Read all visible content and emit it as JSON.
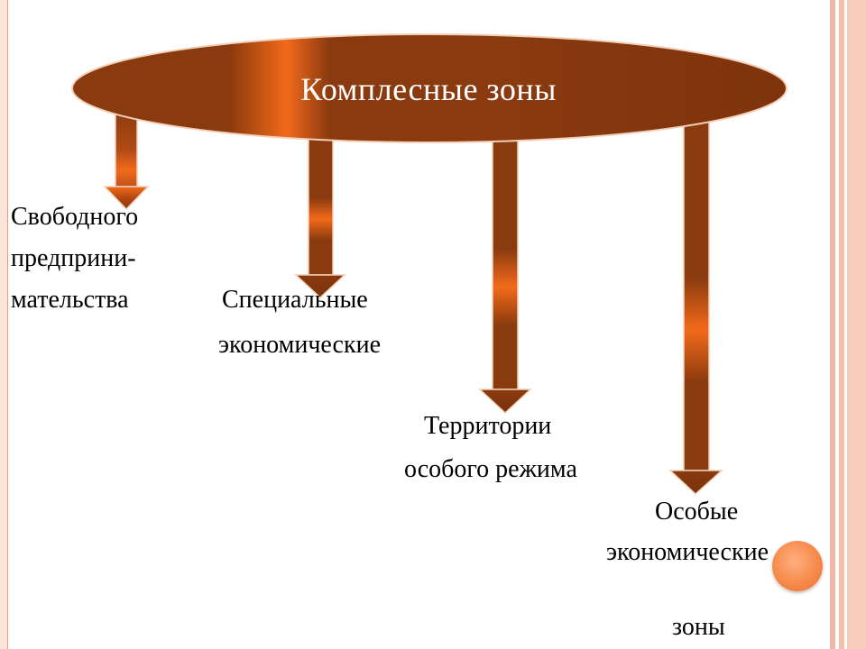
{
  "title": "Комплесные  зоны",
  "labels": {
    "free_line1": "Свободного",
    "free_line2": "предприни-",
    "free_line3": "мательства",
    "special_line1": "Специальные",
    "special_line2": "экономические",
    "territories_line1": "Территории",
    "territories_line2": "особого режима",
    "osobye_line1": "Особые",
    "osobye_line2": "экономические",
    "osobye_line3": "зоны"
  },
  "colors": {
    "dark_brown": "#8a3a0f",
    "orange_highlight": "#f26a1a",
    "border_pink": "#f2b8a6",
    "dot_orange": "#f68a4c"
  }
}
